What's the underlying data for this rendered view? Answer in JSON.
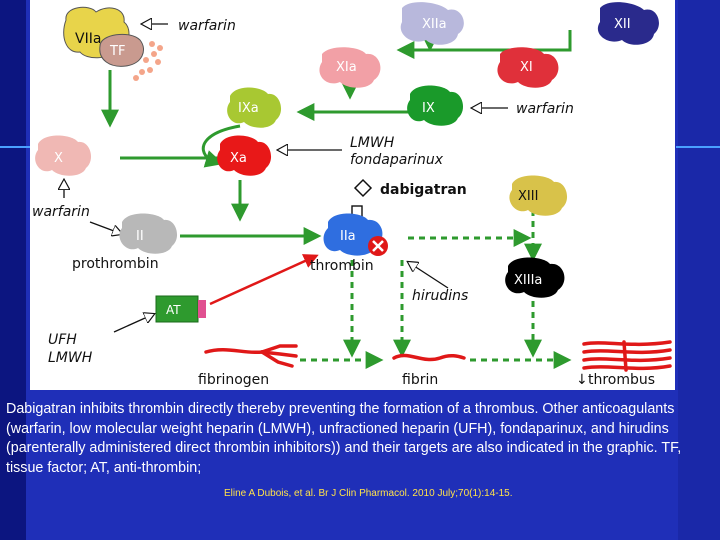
{
  "labels": {
    "warfarin_top": "warfarin",
    "warfarin_ix": "warfarin",
    "warfarin_left": "warfarin",
    "lmwh": "LMWH",
    "fondaparinux": "fondaparinux",
    "dabigatran": "dabigatran",
    "prothrombin": "prothrombin",
    "thrombin": "thrombin",
    "hirudins": "hirudins",
    "ufh": "UFH",
    "lmwh_at": "LMWH",
    "fibrinogen": "fibrinogen",
    "fibrin": "fibrin",
    "thrombus": "thrombus"
  },
  "factors": {
    "viia": "VIIa",
    "tf": "TF",
    "xiia": "XIIa",
    "xii": "XII",
    "xia": "XIa",
    "xi": "XI",
    "ixa": "IXa",
    "ix": "IX",
    "x": "X",
    "xa": "Xa",
    "ii": "II",
    "iia": "IIa",
    "xiii": "XIII",
    "xiiia": "XIIIa",
    "at": "AT"
  },
  "colors": {
    "viia": "#e8d44a",
    "tf": "#c99a8f",
    "xiia": "#b8b8dc",
    "xii": "#2a2a8c",
    "xia": "#f2a0a6",
    "xi": "#e0303a",
    "ixa": "#a8c832",
    "ix": "#1a9a2a",
    "x": "#f0b8b4",
    "xa": "#e81818",
    "ii": "#b8b8b8",
    "iia": "#2f6ee0",
    "xiii": "#d8c24a",
    "xiiia": "#000000",
    "at": "#2e9a2e",
    "arrow_green": "#2e9a2e",
    "arrow_red": "#e01818",
    "background": "#1f2fb8"
  },
  "caption": "Dabigatran inhibits thrombin directly thereby preventing the formation of a thrombus. Other anticoagulants (warfarin, low molecular weight heparin (LMWH), unfractioned heparin (UFH), fondaparinux, and hirudins (parenterally administered direct thrombin inhibitors)) and their targets are also indicated in the graphic. TF, tissue factor; AT, anti-thrombin;",
  "citation": "Eline A Dubois, et al. Br J Clin Pharmacol. 2010 July;70(1):14-15."
}
